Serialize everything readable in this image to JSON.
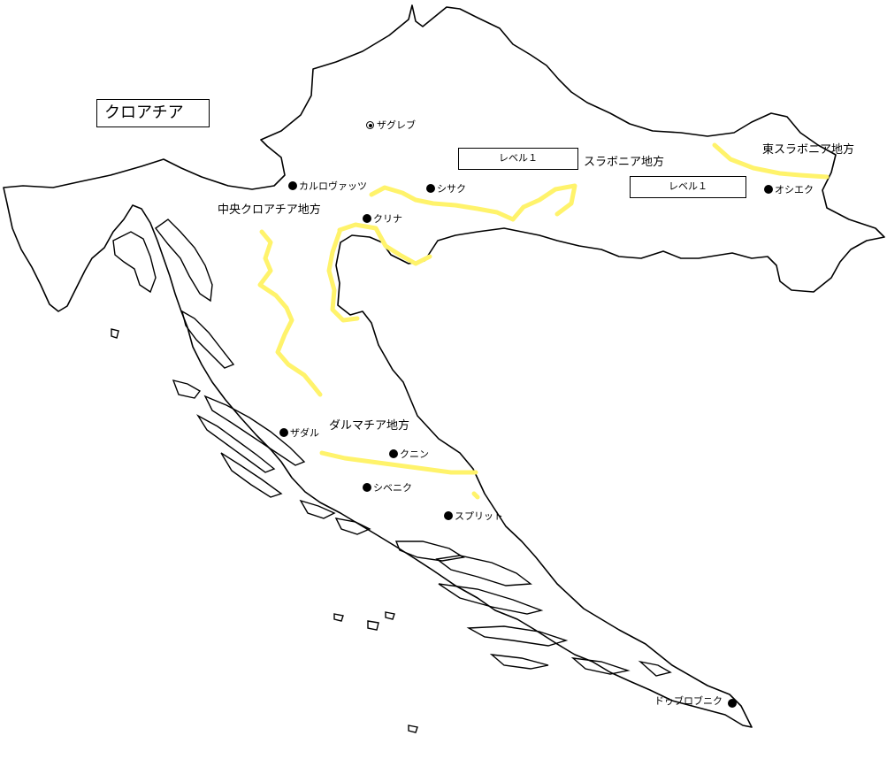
{
  "map": {
    "title": "クロアチア",
    "colors": {
      "outline": "#000000",
      "boundary": "#FFF36B",
      "background": "#FFFFFF"
    },
    "regions": {
      "central": "中央クロアチア地方",
      "slavonia": "スラボニア地方",
      "east_slavonia": "東スラボニア地方",
      "dalmatia": "ダルマチア地方"
    },
    "levels": {
      "level1_a": "レベル１",
      "level1_b": "レベル１"
    },
    "cities": {
      "zagreb": "ザグレブ",
      "karlovac": "カルロヴァッツ",
      "sisak": "シサク",
      "osijek": "オシエク",
      "kulina": "クリナ",
      "zadar": "ザダル",
      "knin": "クニン",
      "sibenik": "シベニク",
      "split": "スプリット",
      "dubrovnik": "ドゥブロブニク"
    }
  }
}
